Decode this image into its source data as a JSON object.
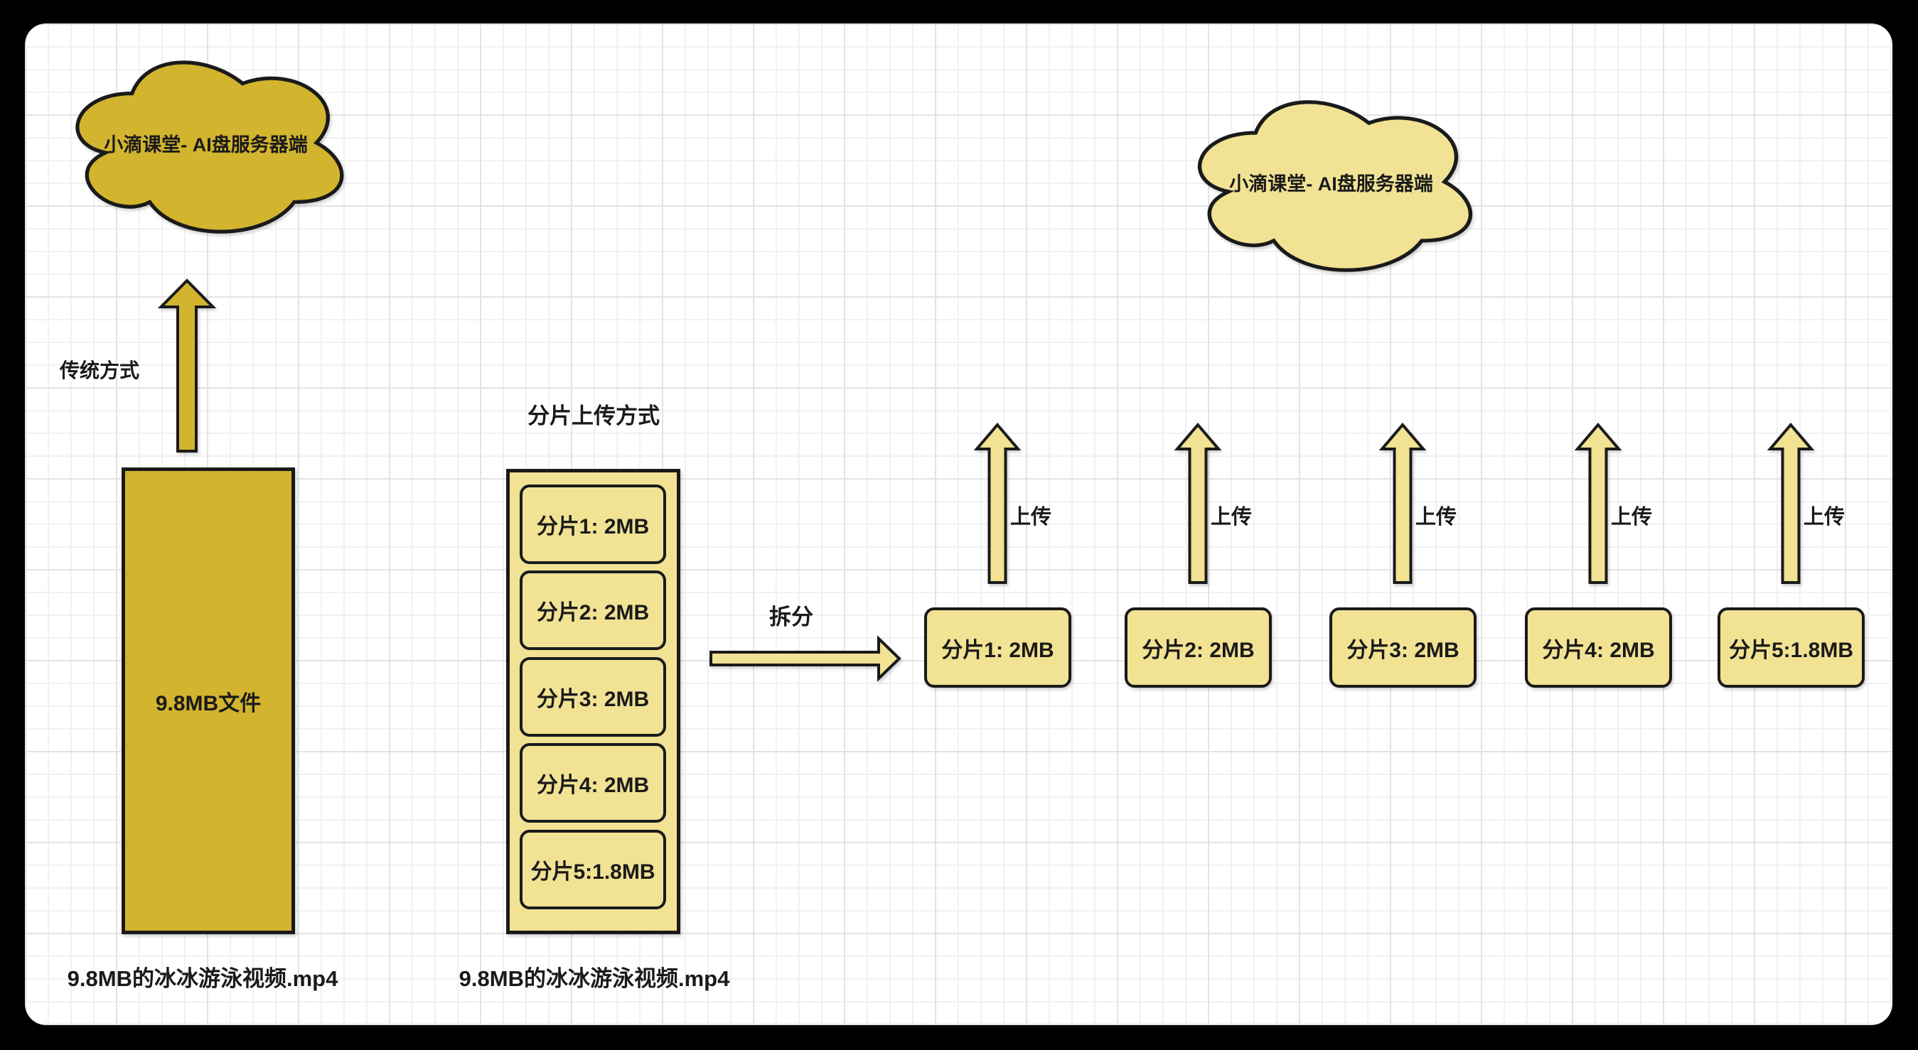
{
  "colors": {
    "frame": "#000000",
    "canvas_bg": "#FFFFFF",
    "grid_line_minor": "#F1F1F1",
    "grid_line_major": "#E3E3E3",
    "dark_yellow": "#D2B42E",
    "light_yellow": "#F1E294",
    "outline": "#1A1A1A",
    "text": "#1A1A1A"
  },
  "traditional": {
    "cloud_label": "小滴课堂- AI盘服务器端",
    "method_label": "传统方式",
    "file_box_label": "9.8MB文件",
    "file_name": "9.8MB的冰冰游泳视频.mp4"
  },
  "chunked": {
    "title": "分片上传方式",
    "split_label": "拆分",
    "file_name": "9.8MB的冰冰游泳视频.mp4",
    "chunks": [
      "分片1: 2MB",
      "分片2: 2MB",
      "分片3: 2MB",
      "分片4: 2MB",
      "分片5:1.8MB"
    ]
  },
  "upload": {
    "cloud_label": "小滴课堂- AI盘服务器端",
    "label": "上传",
    "pieces": [
      "分片1: 2MB",
      "分片2: 2MB",
      "分片3: 2MB",
      "分片4: 2MB",
      "分片5:1.8MB"
    ]
  }
}
